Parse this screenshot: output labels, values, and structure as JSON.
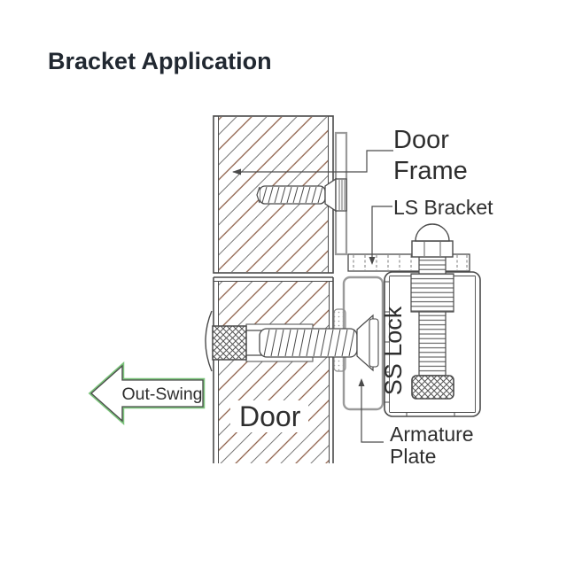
{
  "title": "Bracket Application",
  "diagram": {
    "labels": {
      "door_frame_line1": "Door",
      "door_frame_line2": "Frame",
      "ls_bracket": "LS Bracket",
      "ss_lock": "SS Lock",
      "door": "Door",
      "armature_line1": "Armature",
      "armature_line2": "Plate",
      "out_swing": "Out-Swing"
    },
    "colors": {
      "line": "#4a4a4a",
      "label_text": "#2e2e2e",
      "gray_hardware": "#9a9a9a",
      "hatch_brown": "#8a5a42",
      "hatch_gray": "#757575",
      "arrow_green": "#7cc47c",
      "title_text": "#212831",
      "background": "#ffffff"
    }
  }
}
